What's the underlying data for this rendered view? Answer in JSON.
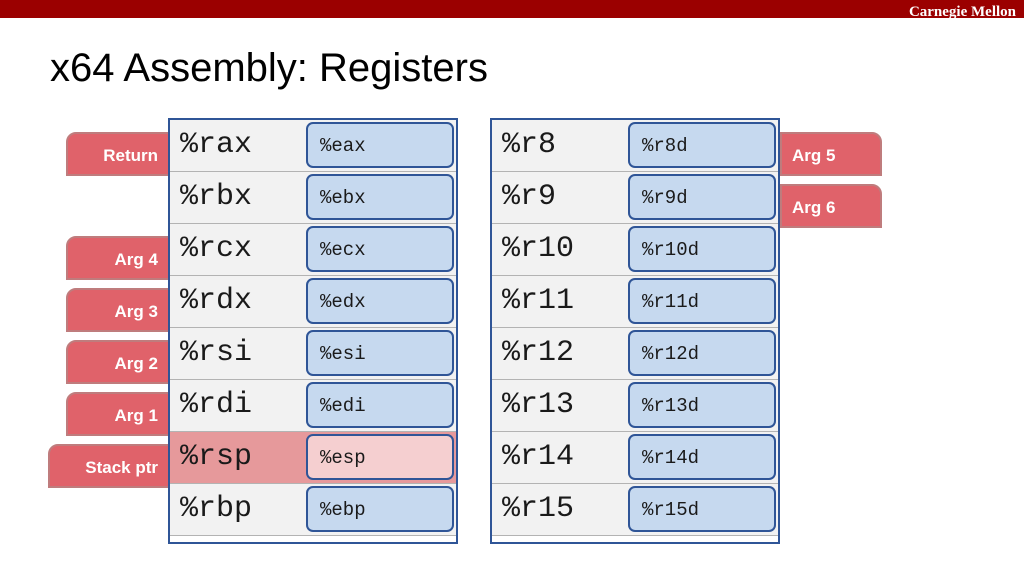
{
  "header": {
    "brand": "Carnegie Mellon",
    "title": "x64 Assembly: Registers"
  },
  "left_bank": [
    {
      "r64": "%rax",
      "r32": "%eax",
      "highlight": false
    },
    {
      "r64": "%rbx",
      "r32": "%ebx",
      "highlight": false
    },
    {
      "r64": "%rcx",
      "r32": "%ecx",
      "highlight": false
    },
    {
      "r64": "%rdx",
      "r32": "%edx",
      "highlight": false
    },
    {
      "r64": "%rsi",
      "r32": "%esi",
      "highlight": false
    },
    {
      "r64": "%rdi",
      "r32": "%edi",
      "highlight": false
    },
    {
      "r64": "%rsp",
      "r32": "%esp",
      "highlight": true
    },
    {
      "r64": "%rbp",
      "r32": "%ebp",
      "highlight": false
    }
  ],
  "right_bank": [
    {
      "r64": "%r8",
      "r32": "%r8d",
      "highlight": false
    },
    {
      "r64": "%r9",
      "r32": "%r9d",
      "highlight": false
    },
    {
      "r64": "%r10",
      "r32": "%r10d",
      "highlight": false
    },
    {
      "r64": "%r11",
      "r32": "%r11d",
      "highlight": false
    },
    {
      "r64": "%r12",
      "r32": "%r12d",
      "highlight": false
    },
    {
      "r64": "%r13",
      "r32": "%r13d",
      "highlight": false
    },
    {
      "r64": "%r14",
      "r32": "%r14d",
      "highlight": false
    },
    {
      "r64": "%r15",
      "r32": "%r15d",
      "highlight": false
    }
  ],
  "left_labels": {
    "return": "Return",
    "arg4": "Arg 4",
    "arg3": "Arg 3",
    "arg2": "Arg 2",
    "arg1": "Arg 1",
    "stack_ptr": "Stack ptr"
  },
  "right_labels": {
    "arg5": "Arg 5",
    "arg6": "Arg 6"
  },
  "colors": {
    "header_bar": "#9b0000",
    "register_cell": "#f2f2f2",
    "subregister": "#c6d9ef",
    "highlight_cell": "#e6999b",
    "highlight_subregister": "#f5cfd0",
    "label_fill": "#e0626a",
    "frame": "#2f5597"
  }
}
